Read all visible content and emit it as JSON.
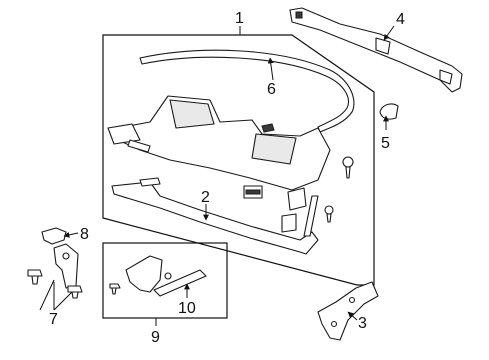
{
  "diagram": {
    "callouts": {
      "c1": "1",
      "c2": "2",
      "c3": "3",
      "c4": "4",
      "c5": "5",
      "c6": "6",
      "c7": "7",
      "c8": "8",
      "c9": "9",
      "c10": "10"
    },
    "colors": {
      "line": "#1a1a1a",
      "background": "#ffffff",
      "fill_shade": "#e9e9e9"
    }
  }
}
